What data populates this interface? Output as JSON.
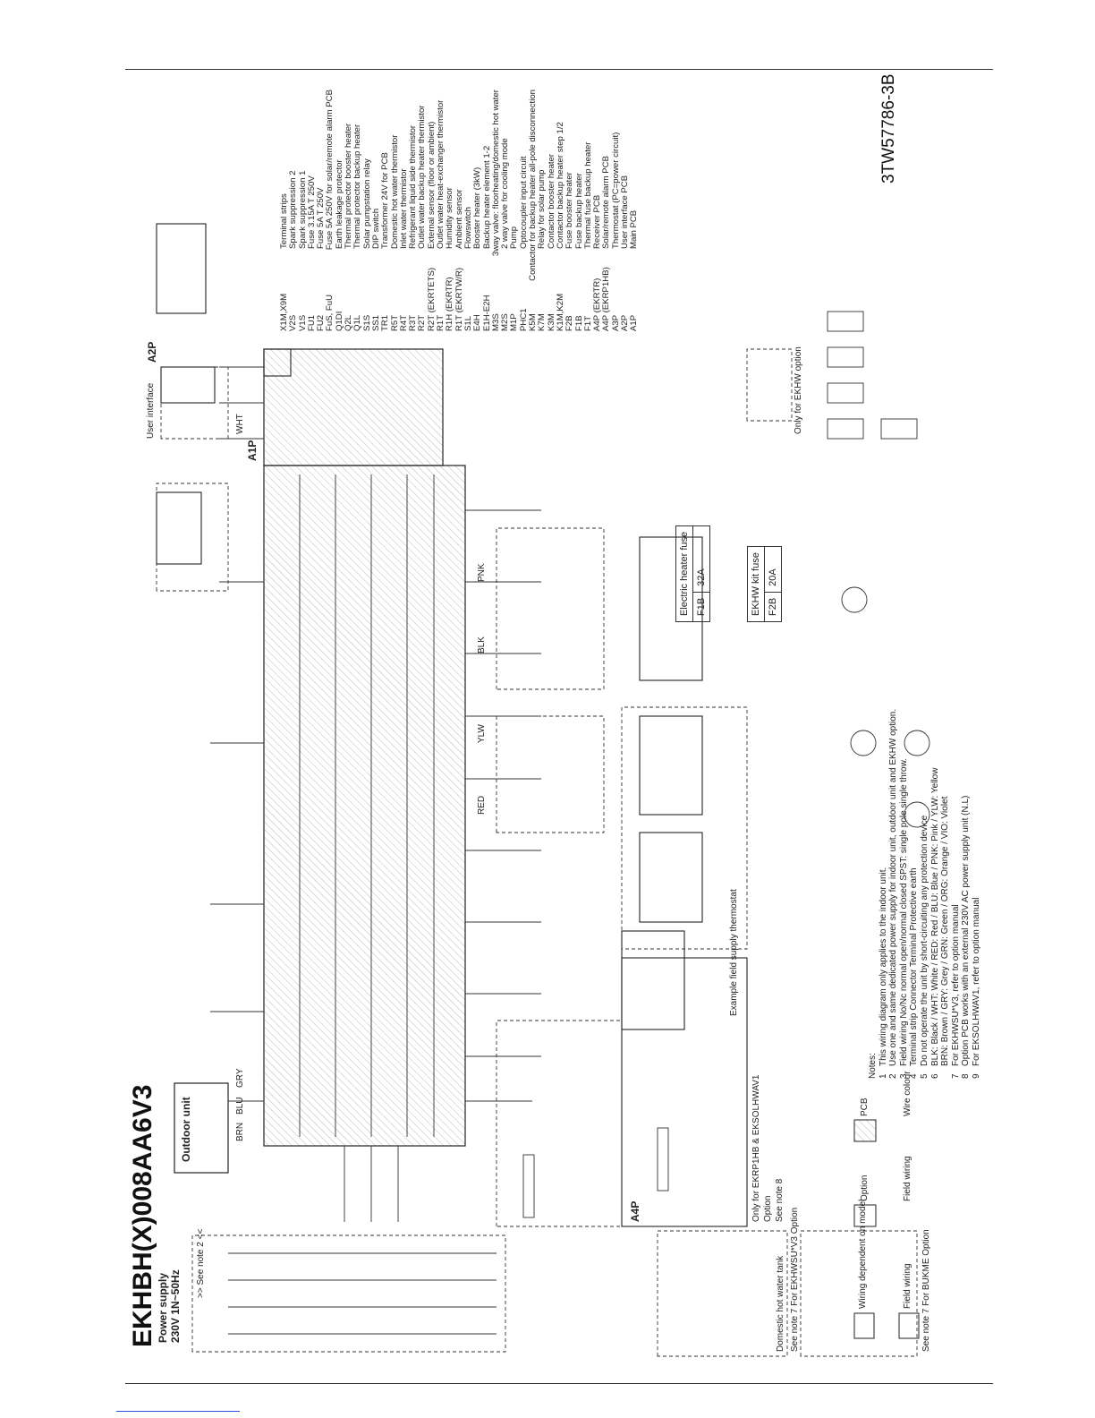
{
  "model_title": "EKHBH(X)008AA6V3",
  "document_number": "3TW57786-3B",
  "blocks": {
    "power_supply": "Power supply",
    "power_spec": "230V 1N~50Hz",
    "see_note_2": ">> See note 2 <<",
    "outdoor_unit": "Outdoor unit",
    "user_interface": "User interface",
    "user_interface_board": "A2P",
    "main_pcb": "A1P",
    "option_pcb": "A4P",
    "only_for_ekhw": "Only for EKHW option",
    "only_for_ekrp1hb": "Only for EKRP1HB & EKSOLHWAV1",
    "option": "Option",
    "see_note_8": "See note 8",
    "example_field_supply_thermostat": "Example field supply thermostat",
    "see_note_7_bukme": "See note 7 For BUKME Option",
    "see_note_7_ekhwsu": "See note 7 For EKHWSU*V3 Option",
    "domestic_hot_water_tank": "Domestic hot water tank"
  },
  "component_legend": [
    {
      "code": "X1M,X9M",
      "desc": "Terminal strips"
    },
    {
      "code": "V2S",
      "desc": "Spark suppression 2"
    },
    {
      "code": "V1S",
      "desc": "Spark suppression 1"
    },
    {
      "code": "FU1",
      "desc": "Fuse 3.15A T 250V"
    },
    {
      "code": "FU2",
      "desc": "Fuse 5A T 250V"
    },
    {
      "code": "FuS, FuU",
      "desc": "Fuse 5A 250V for solar/remote alarm PCB"
    },
    {
      "code": "Q1DI",
      "desc": "Earth leakage protector"
    },
    {
      "code": "Q2L",
      "desc": "Thermal protector booster heater"
    },
    {
      "code": "Q1L",
      "desc": "Thermal protector backup heater"
    },
    {
      "code": "S1S",
      "desc": "Solar pumpstation relay"
    },
    {
      "code": "SS1",
      "desc": "DIP switch"
    },
    {
      "code": "TR1",
      "desc": "Transformer 24V for PCB"
    },
    {
      "code": "R5T",
      "desc": "Domestic hot water thermistor"
    },
    {
      "code": "R4T",
      "desc": "Inlet water thermistor"
    },
    {
      "code": "R3T",
      "desc": "Refrigerant liquid side thermistor"
    },
    {
      "code": "R2T",
      "desc": "Outlet water backup heater thermistor"
    },
    {
      "code": "R2T (EKRTETS)",
      "desc": "External sensor (floor or ambient)"
    },
    {
      "code": "R1T",
      "desc": "Outlet water heat-exchanger thermistor"
    },
    {
      "code": "R1H (EKRTR)",
      "desc": "Humidity sensor"
    },
    {
      "code": "R1T (EKRTW/R)",
      "desc": "Ambient sensor"
    },
    {
      "code": "S1L",
      "desc": "Flowswitch"
    },
    {
      "code": "E4H",
      "desc": "Booster heater (3kW)"
    },
    {
      "code": "E1H-E2H",
      "desc": "Backup heater element 1-2"
    },
    {
      "code": "M3S",
      "desc": "3way valve: floorheating/domestic hot water"
    },
    {
      "code": "M2S",
      "desc": "2 way valve for cooling mode"
    },
    {
      "code": "M1P",
      "desc": "Pump"
    },
    {
      "code": "PHC1",
      "desc": "Optocoupler input circuit"
    },
    {
      "code": "K5M",
      "desc": "Contactor for backup heater all-pole disconnection"
    },
    {
      "code": "K7M",
      "desc": "Relay for solar pump"
    },
    {
      "code": "K3M",
      "desc": "Contactor booster heater"
    },
    {
      "code": "K1M,K2M",
      "desc": "Contactor backup heater step 1/2"
    },
    {
      "code": "F2B",
      "desc": "Fuse booster heater"
    },
    {
      "code": "F1B",
      "desc": "Fuse backup heater"
    },
    {
      "code": "F1T",
      "desc": "Thermal fuse backup heater"
    },
    {
      "code": "A4P (EKRTR)",
      "desc": "Receiver PCB"
    },
    {
      "code": "A4P (EKRP1HB)",
      "desc": "Solar/remote alarm PCB"
    },
    {
      "code": "A3P",
      "desc": "Thermostat (PC=power circuit)"
    },
    {
      "code": "A2P",
      "desc": "User interface PCB"
    },
    {
      "code": "A1P",
      "desc": "Main PCB"
    }
  ],
  "fuse_tables": [
    {
      "title": "Electric heater fuse",
      "code": "F1B",
      "rating": "32A"
    },
    {
      "title": "EKHW kit fuse",
      "code": "F2B",
      "rating": "20A"
    }
  ],
  "notes_title": "Notes:",
  "notes": [
    {
      "n": "1",
      "text": "This wiring diagram only applies to the indoor unit."
    },
    {
      "n": "2",
      "text": "Use one and same dedicated power supply for indoor unit, outdoor unit and EKHW option."
    },
    {
      "n": "3",
      "text": "Field wiring   No/Nc normal open/normal closed SPST: single pole single throw."
    },
    {
      "n": "4",
      "text": "Terminal strip   Connector   Terminal   Protective earth"
    },
    {
      "n": "5",
      "text": "Do not operate the unit by short-circuiting any protection device"
    },
    {
      "n": "6",
      "text": "BLK: Black / WHT: White / RED: Red / BLU: Blue / PNK: Pink / YLW: Yellow"
    },
    {
      "n": "",
      "text": "BRN: Brown / GRY: Grey / GRN: Green / ORG: Orange / VIO: Violet"
    },
    {
      "n": "7",
      "text": "For EKHWSU*V3, refer to option manual"
    },
    {
      "n": "8",
      "text": "Option PCB works with an external 230V AC power supply unit (N.L)"
    },
    {
      "n": "9",
      "text": "For EKSOLHWAV1, refer to option manual"
    }
  ],
  "symbol_key": {
    "wiring_dependent": "Wiring dependent on model",
    "field_wiring_box": "Field wiring",
    "option": "Option",
    "field_wiring": "Field wiring",
    "pcb": "PCB",
    "wire_colour": "Wire colour"
  },
  "wire_labels": [
    "BRN",
    "BLU",
    "GRY",
    "WHT",
    "BLK",
    "RED",
    "YLW",
    "PNK"
  ]
}
